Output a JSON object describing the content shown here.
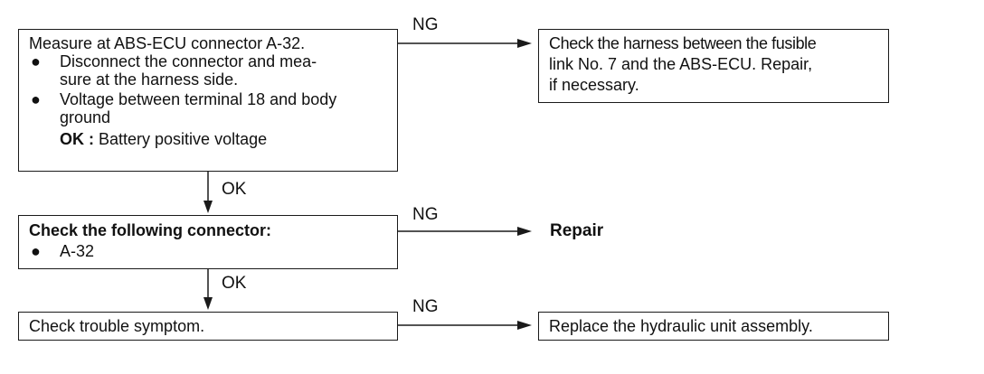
{
  "step1": {
    "title": "Measure at ABS-ECU connector A-32.",
    "bullet_mark": "●",
    "bullet1_line1": "Disconnect the connector and mea-",
    "bullet1_line2": "sure at the harness side.",
    "bullet2_line1": "Voltage between terminal 18 and body",
    "bullet2_line2": "ground",
    "ok_label": "OK :",
    "ok_value": "Battery positive voltage"
  },
  "step1_ng": {
    "line1": "Check the harness between the fusible",
    "line2": "link No. 7 and the ABS-ECU. Repair,",
    "line3": "if necessary."
  },
  "step2": {
    "title": "Check the following connector:",
    "bullet_mark": "●",
    "item": "A-32"
  },
  "step2_ng": {
    "text": "Repair"
  },
  "step3": {
    "text": "Check trouble symptom."
  },
  "step3_ng": {
    "text": "Replace the hydraulic unit assembly."
  },
  "connectors": {
    "ng1": "NG",
    "ok1": "OK",
    "ng2": "NG",
    "ok2": "OK",
    "ng3": "NG"
  }
}
